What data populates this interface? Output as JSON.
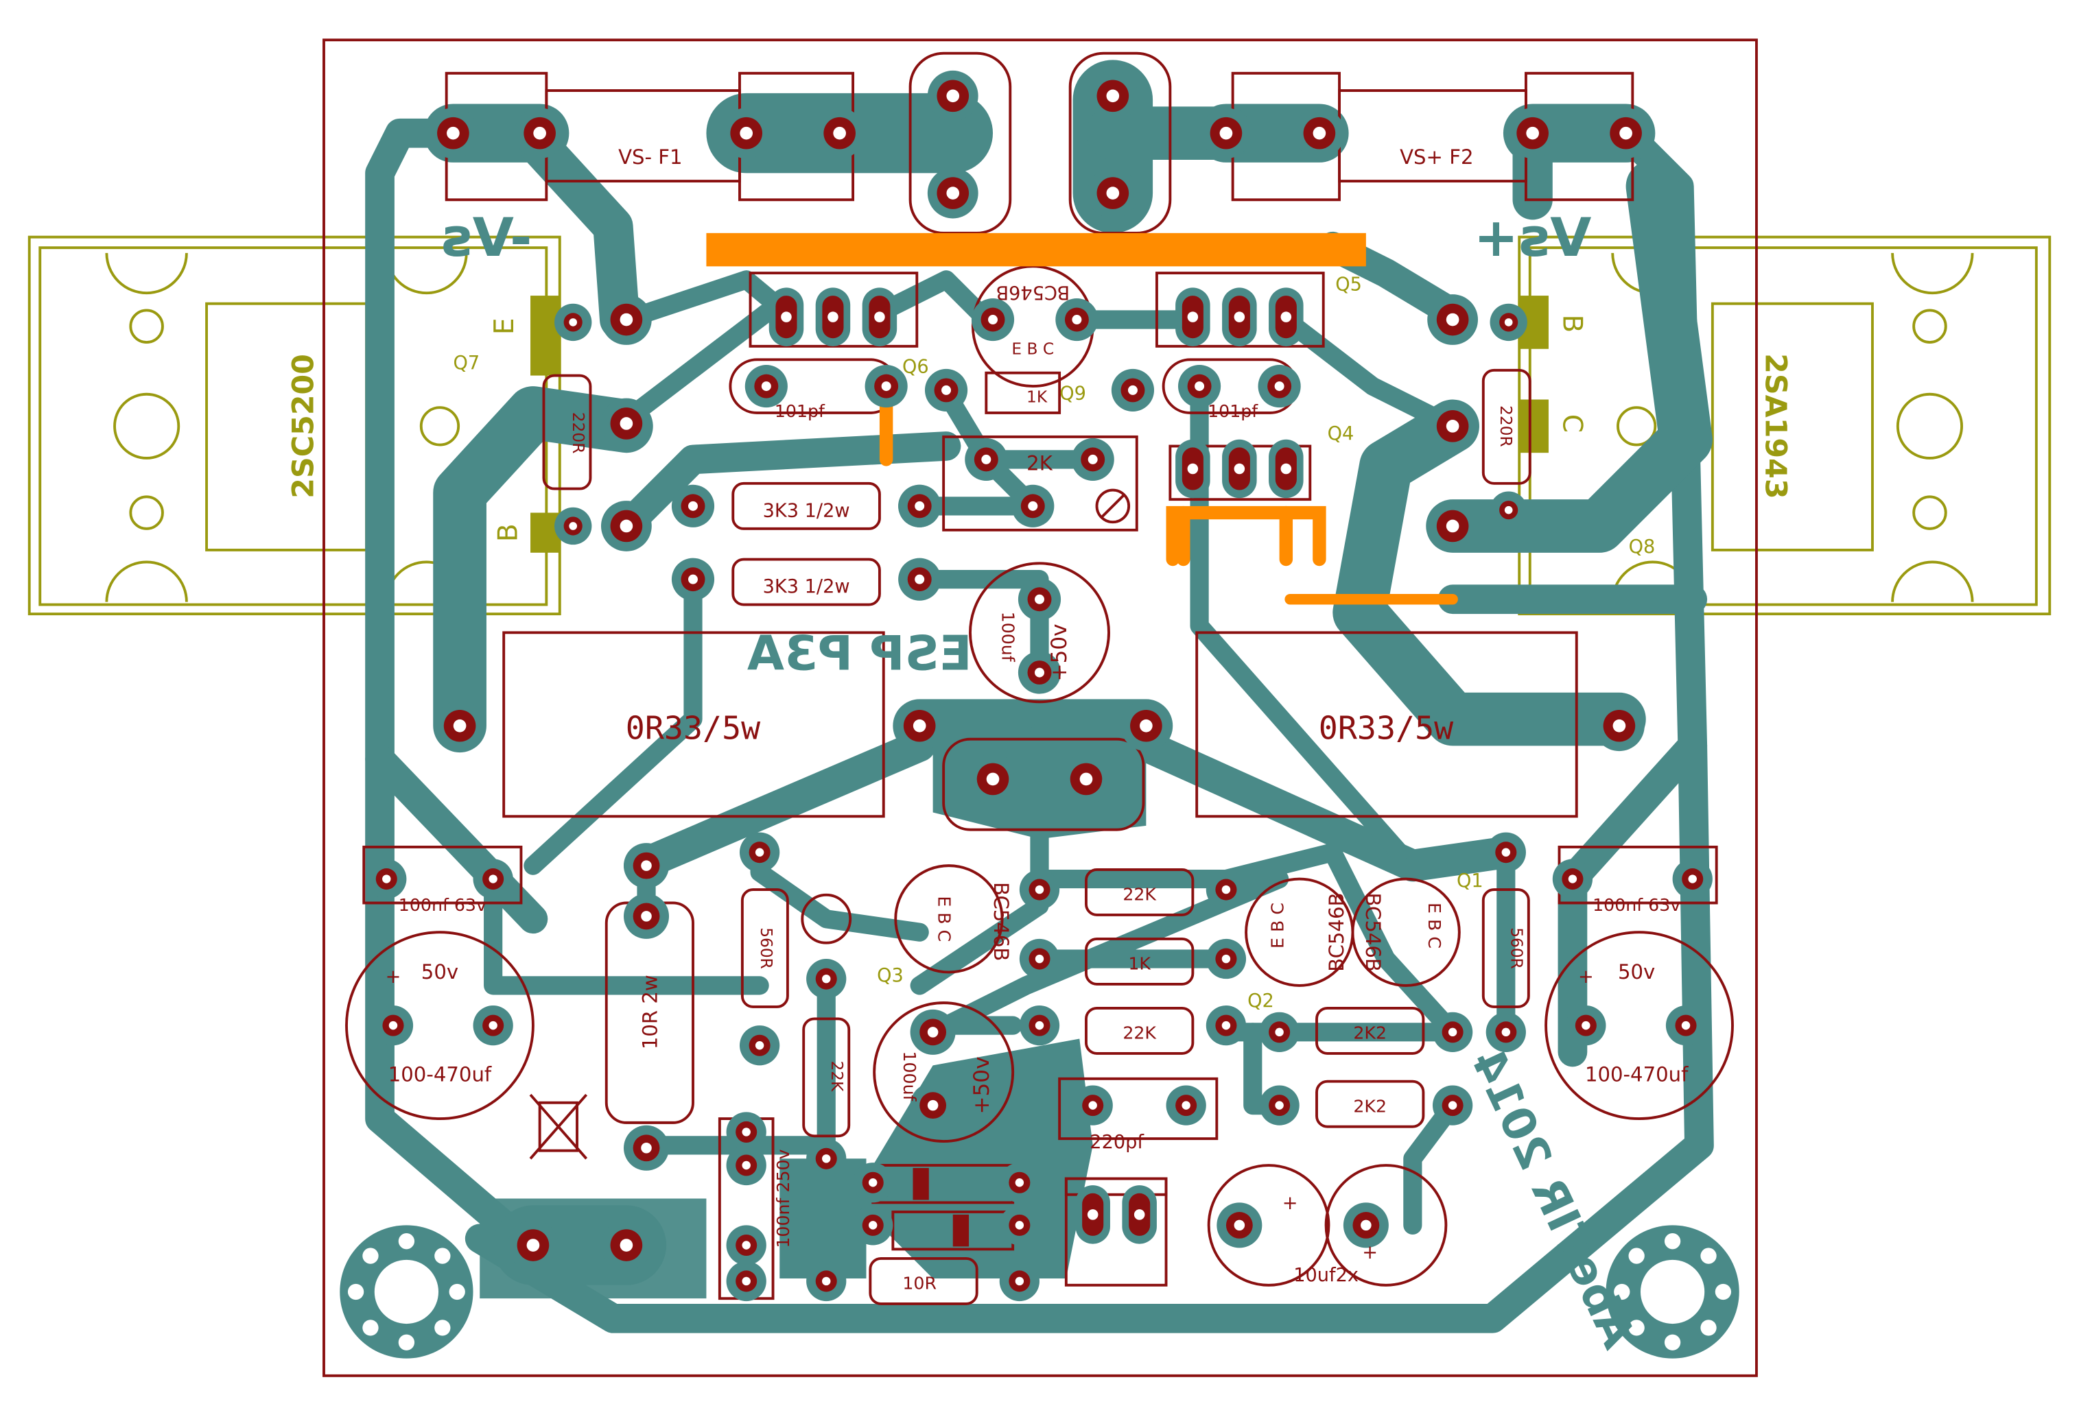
{
  "colors": {
    "background": "#ffffff",
    "copper": "#4a8a88",
    "outline": "#8a1010",
    "pad": "#8a1010",
    "hole": "#ffffff",
    "jumper": "#ff8c00",
    "heatsink": "#9a9a10"
  },
  "labels": {
    "fuse_left": "VS- F1",
    "fuse_right": "VS+ F2",
    "rail_left": "-Vs",
    "rail_right": "Vs+",
    "q7": "Q7",
    "q8": "Q8",
    "q7_part": "2SC5200",
    "q8_part": "2SA1943",
    "q7_e": "E",
    "q7_b": "B",
    "q8_b": "B",
    "q8_c": "C",
    "r_220_left": "220R",
    "r_220_right": "220R",
    "q6": "Q6",
    "q5": "Q5",
    "q4": "Q4",
    "q9": "Q9",
    "q9_part": "BC546B",
    "q9_pins": "E B C",
    "cap_101_left": "101pf",
    "cap_101_right": "101pf",
    "r_1k_top": "1K",
    "trim_2k": "2K",
    "r_3k3_a": "3K3 1/2w",
    "r_3k3_b": "3K3 1/2w",
    "cap_100uf_top": "100uf",
    "cap_100uf_top_v": "+50v",
    "brand": "ESP P3A",
    "r_emitter_left": "0R33/5w",
    "r_emitter_right": "0R33/5w",
    "cap_100nf_left": "100nf 63v",
    "cap_100nf_right": "100nf 63v",
    "cap_big_left_v": "50v",
    "cap_big_left_val": "100-470uf",
    "cap_big_right_v": "50v",
    "cap_big_right_val": "100-470uf",
    "r_10r_2w": "10R 2w",
    "r_560r_left": "560R",
    "r_560r_right": "560R",
    "q3": "Q3",
    "q3_part": "BC546B",
    "q2": "Q2",
    "q2_part": "BC546B",
    "q1": "Q1",
    "q1_part": "BC546B",
    "pins_ebc": "E B C",
    "r_22k_a": "22K",
    "r_1k_mid": "1K",
    "r_22k_b": "22K",
    "r_22k_vert": "22K",
    "r_2k2_a": "2K2",
    "r_2k2_b": "2K2",
    "cap_100uf_mid": "100uf",
    "cap_100uf_mid_v": "+50v",
    "cap_220pf": "220pf",
    "cap_100nf_250v": "100nf 250v",
    "r_10r": "10R",
    "cap_10uf": "10uf2x",
    "author": "AbeTIR 2014",
    "plus": "+"
  }
}
